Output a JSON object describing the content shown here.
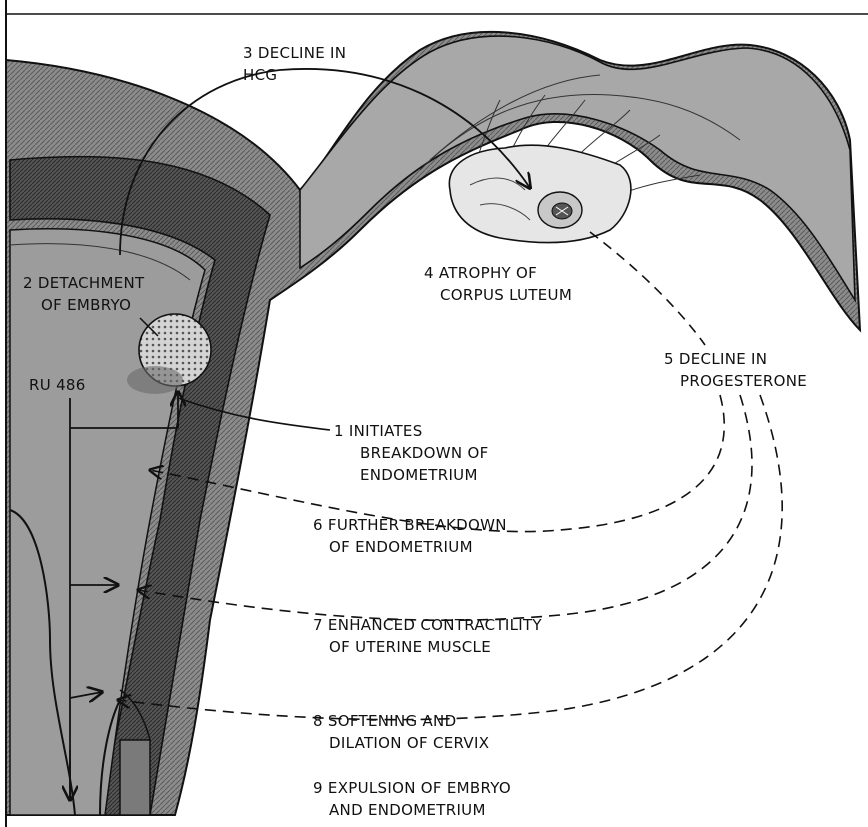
{
  "labels": {
    "step1": [
      "1 INITIATES",
      "BREAKDOWN OF",
      "ENDOMETRIUM"
    ],
    "step2": [
      "2 DETACHMENT",
      "OF EMBRYO"
    ],
    "step3": [
      "3 DECLINE IN",
      "HCG"
    ],
    "step4": [
      "4 ATROPHY OF",
      "CORPUS LUTEUM"
    ],
    "step5": [
      "5 DECLINE IN",
      "PROGESTERONE"
    ],
    "step6": [
      "6 FURTHER BREAKDOWN",
      "OF ENDOMETRIUM"
    ],
    "step7": [
      "7 ENHANCED CONTRACTILITY",
      "OF UTERINE MUSCLE"
    ],
    "step8": [
      "8 SOFTENING AND",
      "DILATION OF CERVIX"
    ],
    "step9": [
      "9 EXPULSION OF EMBRYO",
      "AND ENDOMETRIUM"
    ],
    "drug": "RU 486"
  }
}
